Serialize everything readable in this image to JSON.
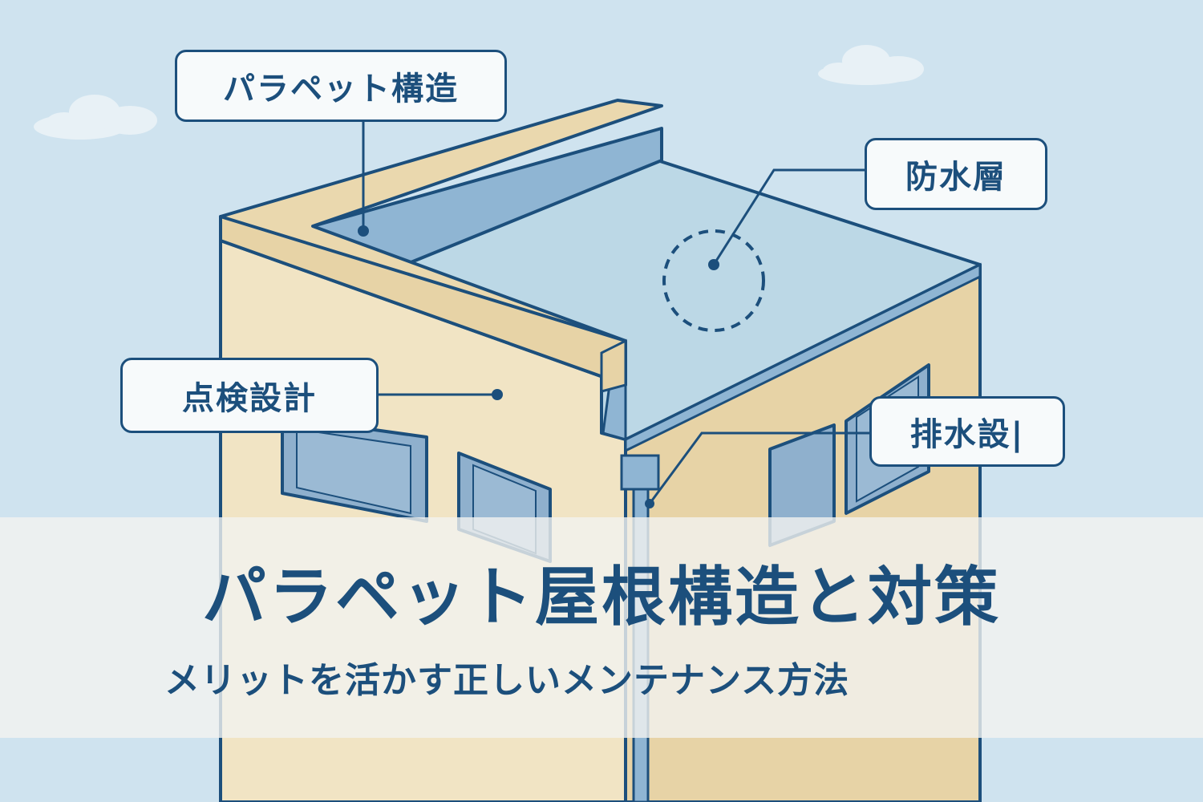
{
  "labels": {
    "parapet": "パラペット構造",
    "waterproof": "防水層",
    "inspection": "点検設計",
    "drainage": "排水設|"
  },
  "title": "パラペット屋根構造と対策",
  "subtitle": "メリットを活かす正しいメンテナンス方法",
  "colors": {
    "sky": "#cfe3ef",
    "wall": "#f1e4c4",
    "wall_shade": "#e7d3a6",
    "coping": "#ead8ae",
    "roof": "#bcd8e6",
    "parapet_inner": "#8fb5d3",
    "window_glass": "#8fb0cd",
    "outline": "#1c4f7c"
  }
}
